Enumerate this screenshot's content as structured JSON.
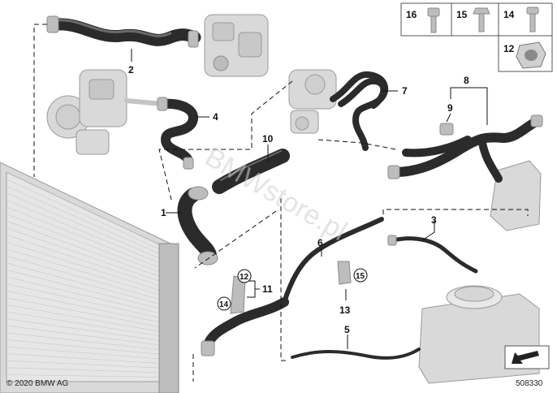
{
  "callouts": {
    "c1": "1",
    "c2": "2",
    "c3": "3",
    "c4": "4",
    "c5": "5",
    "c6": "6",
    "c7": "7",
    "c8": "8",
    "c9": "9",
    "c10": "10",
    "c11": "11",
    "c12": "12",
    "c13": "13",
    "c14": "14",
    "c15": "15",
    "c16": "16"
  },
  "fastener_panel": {
    "items": [
      "16",
      "15",
      "14",
      "12"
    ]
  },
  "watermark": "BMWstore.pl",
  "copyright": "© 2020 BMW AG",
  "image_number": "508330"
}
